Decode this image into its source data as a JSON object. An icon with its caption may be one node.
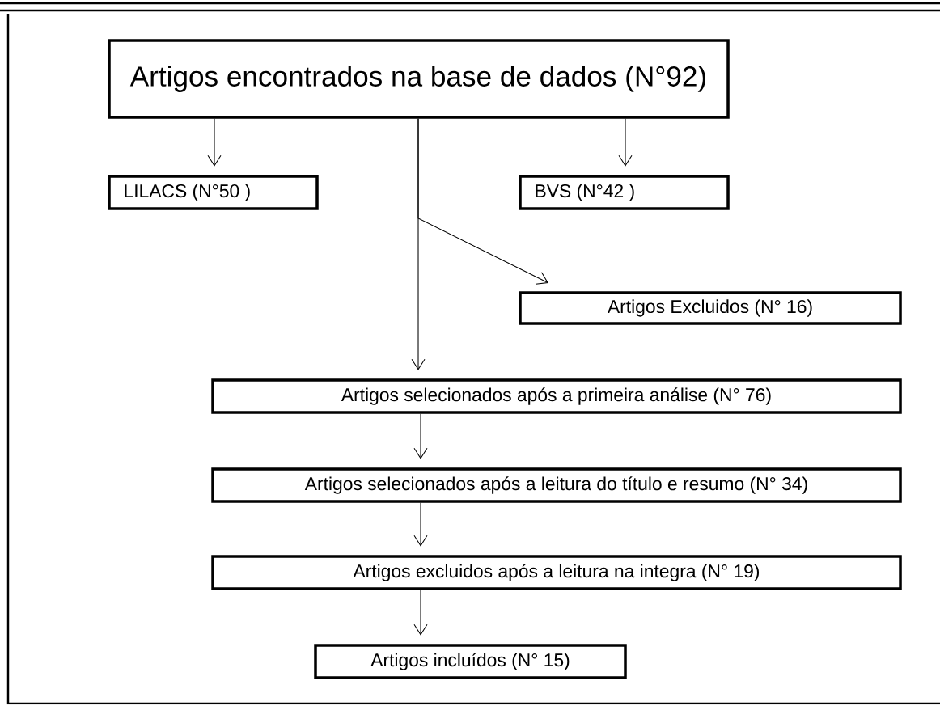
{
  "diagram": {
    "nodes": [
      {
        "text": [
          "Artigos encontrados na base de dados (N°92)"
        ]
      },
      {
        "text": [
          "LILACS  (N°50 )"
        ]
      },
      {
        "text": [
          "BVS  (N°42 )"
        ]
      },
      {
        "text": [
          "Artigos Excluidos (N° 16)"
        ]
      },
      {
        "text": [
          "Artigos selecionados  após a primeira  análise (N° 76)"
        ]
      },
      {
        "text": [
          "Artigos selecionados  após a leitura do título e resumo (N° 34)"
        ]
      },
      {
        "text": [
          "Artigos excluidos após a leitura na integra  (N° 19)"
        ]
      },
      {
        "text": [
          "Artigos incluídos  (N° 15)"
        ]
      }
    ],
    "edges": [
      {
        "from": 0,
        "to": 1,
        "arrow": "to"
      },
      {
        "from": 0,
        "to": 2,
        "arrow": "to"
      },
      {
        "from": 0,
        "to": 3,
        "arrow": "to"
      },
      {
        "from": 0,
        "to": 4,
        "arrow": "to"
      },
      {
        "from": 4,
        "to": 5,
        "arrow": "to"
      },
      {
        "from": 5,
        "to": 6,
        "arrow": "to"
      },
      {
        "from": 6,
        "to": 7,
        "arrow": "to"
      }
    ]
  }
}
